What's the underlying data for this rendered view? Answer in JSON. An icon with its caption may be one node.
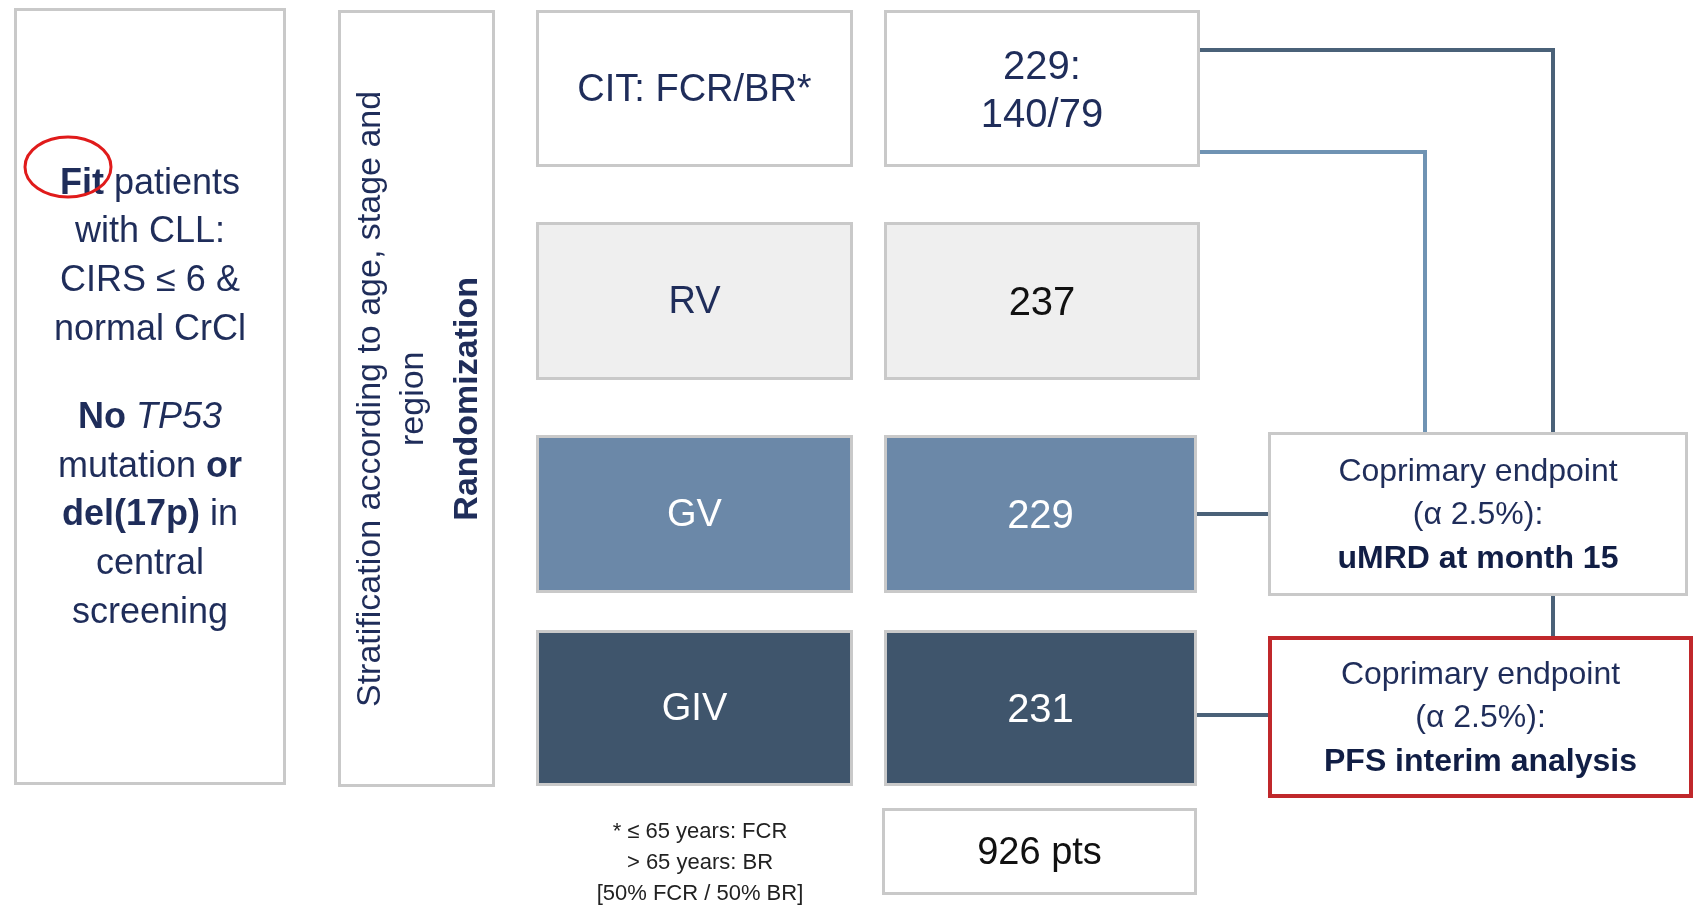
{
  "diagram": {
    "nodes": [
      {
        "text": [
          "**Fit** patients with CLL: CIRS ≤ 6 & normal CrCl",
          "**No** *TP53* mutation **or del(17p)** in central screening"
        ]
      },
      {
        "text": [
          "Stratification according to age, stage and region",
          "Randomization"
        ]
      },
      {
        "text": [
          "CIT: FCR/BR*"
        ]
      },
      {
        "text": [
          "229: 140/79"
        ]
      },
      {
        "text": [
          "RV"
        ]
      },
      {
        "text": [
          "237"
        ]
      },
      {
        "text": [
          "GV"
        ]
      },
      {
        "text": [
          "229"
        ]
      },
      {
        "text": [
          "GIV"
        ]
      },
      {
        "text": [
          "231"
        ]
      },
      {
        "text": [
          "Coprimary endpoint (α 2.5%):",
          "uMRD at month 15"
        ]
      },
      {
        "text": [
          "Coprimary endpoint (α 2.5%):",
          "PFS interim analysis"
        ]
      },
      {
        "text": [
          "926 pts"
        ]
      }
    ],
    "edges": [
      {
        "from": 3,
        "to": 10,
        "arrow": "none"
      },
      {
        "from": 3,
        "to": 10,
        "arrow": "none",
        "color": "#6f93b3"
      },
      {
        "from": 7,
        "to": 10,
        "arrow": "none"
      },
      {
        "from": 10,
        "to": 11,
        "arrow": "none"
      },
      {
        "from": 9,
        "to": 11,
        "arrow": "none"
      }
    ],
    "labels": [
      "* ≤ 65 years: FCR",
      "> 65 years: BR",
      "[50% FCR / 50% BR]"
    ]
  }
}
